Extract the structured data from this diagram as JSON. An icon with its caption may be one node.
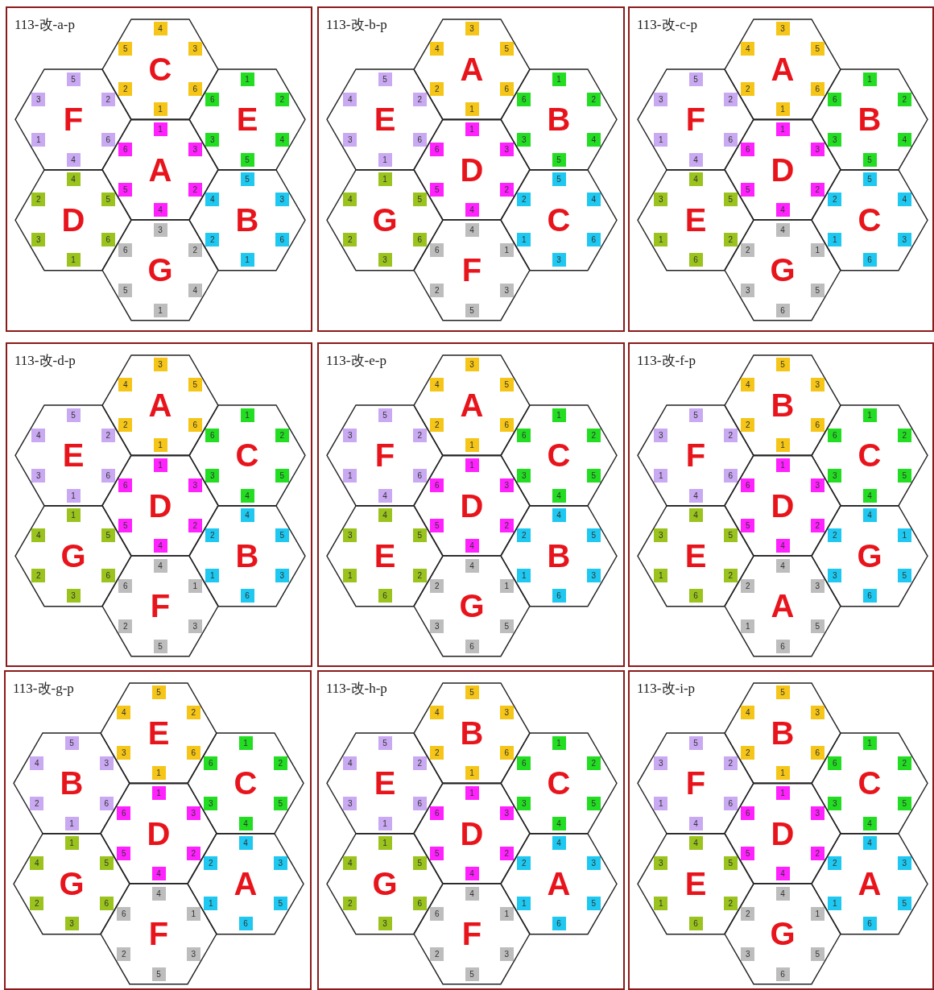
{
  "diagram": {
    "nodes": [
      {
        "text": [
          "113-改-a-p"
        ]
      },
      {
        "text": [
          "C"
        ],
        "in": 0
      },
      {
        "text": [
          "4"
        ],
        "in": 1
      },
      {
        "text": [
          "5"
        ],
        "in": 1
      },
      {
        "text": [
          "3"
        ],
        "in": 1
      },
      {
        "text": [
          "2"
        ],
        "in": 1
      },
      {
        "text": [
          "6"
        ],
        "in": 1
      },
      {
        "text": [
          "1"
        ],
        "in": 1
      },
      {
        "text": [
          "F"
        ],
        "in": 0
      },
      {
        "text": [
          "5"
        ],
        "in": 8
      },
      {
        "text": [
          "3"
        ],
        "in": 8
      },
      {
        "text": [
          "2"
        ],
        "in": 8
      },
      {
        "text": [
          "1"
        ],
        "in": 8
      },
      {
        "text": [
          "6"
        ],
        "in": 8
      },
      {
        "text": [
          "4"
        ],
        "in": 8
      },
      {
        "text": [
          "E"
        ],
        "in": 0
      },
      {
        "text": [
          "1"
        ],
        "in": 15
      },
      {
        "text": [
          "6"
        ],
        "in": 15
      },
      {
        "text": [
          "2"
        ],
        "in": 15
      },
      {
        "text": [
          "3"
        ],
        "in": 15
      },
      {
        "text": [
          "4"
        ],
        "in": 15
      },
      {
        "text": [
          "5"
        ],
        "in": 15
      },
      {
        "text": [
          "A"
        ],
        "in": 0
      },
      {
        "text": [
          "1"
        ],
        "in": 22
      },
      {
        "text": [
          "6"
        ],
        "in": 22
      },
      {
        "text": [
          "3"
        ],
        "in": 22
      },
      {
        "text": [
          "5"
        ],
        "in": 22
      },
      {
        "text": [
          "2"
        ],
        "in": 22
      },
      {
        "text": [
          "4"
        ],
        "in": 22
      },
      {
        "text": [
          "D"
        ],
        "in": 0
      },
      {
        "text": [
          "4"
        ],
        "in": 29
      },
      {
        "text": [
          "2"
        ],
        "in": 29
      },
      {
        "text": [
          "5"
        ],
        "in": 29
      },
      {
        "text": [
          "3"
        ],
        "in": 29
      },
      {
        "text": [
          "6"
        ],
        "in": 29
      },
      {
        "text": [
          "1"
        ],
        "in": 29
      },
      {
        "text": [
          "B"
        ],
        "in": 0
      },
      {
        "text": [
          "5"
        ],
        "in": 36
      },
      {
        "text": [
          "4"
        ],
        "in": 36
      },
      {
        "text": [
          "3"
        ],
        "in": 36
      },
      {
        "text": [
          "2"
        ],
        "in": 36
      },
      {
        "text": [
          "6"
        ],
        "in": 36
      },
      {
        "text": [
          "1"
        ],
        "in": 36
      },
      {
        "text": [
          "G"
        ],
        "in": 0
      },
      {
        "text": [
          "3"
        ],
        "in": 43
      },
      {
        "text": [
          "6"
        ],
        "in": 43
      },
      {
        "text": [
          "2"
        ],
        "in": 43
      },
      {
        "text": [
          "5"
        ],
        "in": 43
      },
      {
        "text": [
          "4"
        ],
        "in": 43
      },
      {
        "text": [
          "1"
        ],
        "in": 43
      },
      {
        "text": [
          "113-改-b-p"
        ]
      },
      {
        "text": [
          "A"
        ],
        "in": 50
      },
      {
        "text": [
          "3"
        ],
        "in": 51
      },
      {
        "text": [
          "4"
        ],
        "in": 51
      },
      {
        "text": [
          "5"
        ],
        "in": 51
      },
      {
        "text": [
          "2"
        ],
        "in": 51
      },
      {
        "text": [
          "6"
        ],
        "in": 51
      },
      {
        "text": [
          "1"
        ],
        "in": 51
      },
      {
        "text": [
          "E"
        ],
        "in": 50
      },
      {
        "text": [
          "5"
        ],
        "in": 58
      },
      {
        "text": [
          "4"
        ],
        "in": 58
      },
      {
        "text": [
          "2"
        ],
        "in": 58
      },
      {
        "text": [
          "3"
        ],
        "in": 58
      },
      {
        "text": [
          "6"
        ],
        "in": 58
      },
      {
        "text": [
          "1"
        ],
        "in": 58
      },
      {
        "text": [
          "B"
        ],
        "in": 50
      },
      {
        "text": [
          "1"
        ],
        "in": 65
      },
      {
        "text": [
          "6"
        ],
        "in": 65
      },
      {
        "text": [
          "2"
        ],
        "in": 65
      },
      {
        "text": [
          "3"
        ],
        "in": 65
      },
      {
        "text": [
          "4"
        ],
        "in": 65
      },
      {
        "text": [
          "5"
        ],
        "in": 65
      },
      {
        "text": [
          "D"
        ],
        "in": 50
      },
      {
        "text": [
          "1"
        ],
        "in": 72
      },
      {
        "text": [
          "6"
        ],
        "in": 72
      },
      {
        "text": [
          "3"
        ],
        "in": 72
      },
      {
        "text": [
          "5"
        ],
        "in": 72
      },
      {
        "text": [
          "2"
        ],
        "in": 72
      },
      {
        "text": [
          "4"
        ],
        "in": 72
      },
      {
        "text": [
          "G"
        ],
        "in": 50
      },
      {
        "text": [
          "1"
        ],
        "in": 79
      },
      {
        "text": [
          "4"
        ],
        "in": 79
      },
      {
        "text": [
          "5"
        ],
        "in": 79
      },
      {
        "text": [
          "2"
        ],
        "in": 79
      },
      {
        "text": [
          "6"
        ],
        "in": 79
      },
      {
        "text": [
          "3"
        ],
        "in": 79
      },
      {
        "text": [
          "C"
        ],
        "in": 50
      },
      {
        "text": [
          "5"
        ],
        "in": 86
      },
      {
        "text": [
          "2"
        ],
        "in": 86
      },
      {
        "text": [
          "4"
        ],
        "in": 86
      },
      {
        "text": [
          "1"
        ],
        "in": 86
      },
      {
        "text": [
          "6"
        ],
        "in": 86
      },
      {
        "text": [
          "3"
        ],
        "in": 86
      },
      {
        "text": [
          "F"
        ],
        "in": 50
      },
      {
        "text": [
          "4"
        ],
        "in": 93
      },
      {
        "text": [
          "6"
        ],
        "in": 93
      },
      {
        "text": [
          "1"
        ],
        "in": 93
      },
      {
        "text": [
          "2"
        ],
        "in": 93
      },
      {
        "text": [
          "3"
        ],
        "in": 93
      },
      {
        "text": [
          "5"
        ],
        "in": 93
      },
      {
        "text": [
          "113-改-c-p"
        ]
      },
      {
        "text": [
          "A"
        ],
        "in": 100
      },
      {
        "text": [
          "3"
        ],
        "in": 101
      },
      {
        "text": [
          "4"
        ],
        "in": 101
      },
      {
        "text": [
          "5"
        ],
        "in": 101
      },
      {
        "text": [
          "2"
        ],
        "in": 101
      },
      {
        "text": [
          "6"
        ],
        "in": 101
      },
      {
        "text": [
          "1"
        ],
        "in": 101
      },
      {
        "text": [
          "F"
        ],
        "in": 100
      },
      {
        "text": [
          "5"
        ],
        "in": 108
      },
      {
        "text": [
          "3"
        ],
        "in": 108
      },
      {
        "text": [
          "2"
        ],
        "in": 108
      },
      {
        "text": [
          "1"
        ],
        "in": 108
      },
      {
        "text": [
          "6"
        ],
        "in": 108
      },
      {
        "text": [
          "4"
        ],
        "in": 108
      },
      {
        "text": [
          "B"
        ],
        "in": 100
      },
      {
        "text": [
          "1"
        ],
        "in": 115
      },
      {
        "text": [
          "6"
        ],
        "in": 115
      },
      {
        "text": [
          "2"
        ],
        "in": 115
      },
      {
        "text": [
          "3"
        ],
        "in": 115
      },
      {
        "text": [
          "4"
        ],
        "in": 115
      },
      {
        "text": [
          "5"
        ],
        "in": 115
      },
      {
        "text": [
          "D"
        ],
        "in": 100
      },
      {
        "text": [
          "1"
        ],
        "in": 122
      },
      {
        "text": [
          "6"
        ],
        "in": 122
      },
      {
        "text": [
          "3"
        ],
        "in": 122
      },
      {
        "text": [
          "5"
        ],
        "in": 122
      },
      {
        "text": [
          "2"
        ],
        "in": 122
      },
      {
        "text": [
          "4"
        ],
        "in": 122
      },
      {
        "text": [
          "E"
        ],
        "in": 100
      },
      {
        "text": [
          "4"
        ],
        "in": 129
      },
      {
        "text": [
          "3"
        ],
        "in": 129
      },
      {
        "text": [
          "5"
        ],
        "in": 129
      },
      {
        "text": [
          "1"
        ],
        "in": 129
      },
      {
        "text": [
          "2"
        ],
        "in": 129
      },
      {
        "text": [
          "6"
        ],
        "in": 129
      },
      {
        "text": [
          "C"
        ],
        "in": 100
      },
      {
        "text": [
          "5"
        ],
        "in": 136
      },
      {
        "text": [
          "2"
        ],
        "in": 136
      },
      {
        "text": [
          "4"
        ],
        "in": 136
      },
      {
        "text": [
          "1"
        ],
        "in": 136
      },
      {
        "text": [
          "3"
        ],
        "in": 136
      },
      {
        "text": [
          "6"
        ],
        "in": 136
      },
      {
        "text": [
          "G"
        ],
        "in": 100
      },
      {
        "text": [
          "4"
        ],
        "in": 143
      },
      {
        "text": [
          "2"
        ],
        "in": 143
      },
      {
        "text": [
          "1"
        ],
        "in": 143
      },
      {
        "text": [
          "3"
        ],
        "in": 143
      },
      {
        "text": [
          "5"
        ],
        "in": 143
      },
      {
        "text": [
          "6"
        ],
        "in": 143
      },
      {
        "text": [
          "113-改-d-p"
        ]
      },
      {
        "text": [
          "A"
        ],
        "in": 150
      },
      {
        "text": [
          "3"
        ],
        "in": 151
      },
      {
        "text": [
          "4"
        ],
        "in": 151
      },
      {
        "text": [
          "5"
        ],
        "in": 151
      },
      {
        "text": [
          "2"
        ],
        "in": 151
      },
      {
        "text": [
          "6"
        ],
        "in": 151
      },
      {
        "text": [
          "1"
        ],
        "in": 151
      },
      {
        "text": [
          "E"
        ],
        "in": 150
      },
      {
        "text": [
          "5"
        ],
        "in": 158
      },
      {
        "text": [
          "4"
        ],
        "in": 158
      },
      {
        "text": [
          "2"
        ],
        "in": 158
      },
      {
        "text": [
          "3"
        ],
        "in": 158
      },
      {
        "text": [
          "6"
        ],
        "in": 158
      },
      {
        "text": [
          "1"
        ],
        "in": 158
      },
      {
        "text": [
          "C"
        ],
        "in": 150
      },
      {
        "text": [
          "1"
        ],
        "in": 165
      },
      {
        "text": [
          "6"
        ],
        "in": 165
      },
      {
        "text": [
          "2"
        ],
        "in": 165
      },
      {
        "text": [
          "3"
        ],
        "in": 165
      },
      {
        "text": [
          "5"
        ],
        "in": 165
      },
      {
        "text": [
          "4"
        ],
        "in": 165
      },
      {
        "text": [
          "D"
        ],
        "in": 150
      },
      {
        "text": [
          "1"
        ],
        "in": 172
      },
      {
        "text": [
          "6"
        ],
        "in": 172
      },
      {
        "text": [
          "3"
        ],
        "in": 172
      },
      {
        "text": [
          "5"
        ],
        "in": 172
      },
      {
        "text": [
          "2"
        ],
        "in": 172
      },
      {
        "text": [
          "4"
        ],
        "in": 172
      },
      {
        "text": [
          "G"
        ],
        "in": 150
      },
      {
        "text": [
          "1"
        ],
        "in": 179
      },
      {
        "text": [
          "4"
        ],
        "in": 179
      },
      {
        "text": [
          "5"
        ],
        "in": 179
      },
      {
        "text": [
          "2"
        ],
        "in": 179
      },
      {
        "text": [
          "6"
        ],
        "in": 179
      },
      {
        "text": [
          "3"
        ],
        "in": 179
      },
      {
        "text": [
          "B"
        ],
        "in": 150
      },
      {
        "text": [
          "4"
        ],
        "in": 186
      },
      {
        "text": [
          "2"
        ],
        "in": 186
      },
      {
        "text": [
          "5"
        ],
        "in": 186
      },
      {
        "text": [
          "1"
        ],
        "in": 186
      },
      {
        "text": [
          "3"
        ],
        "in": 186
      },
      {
        "text": [
          "6"
        ],
        "in": 186
      },
      {
        "text": [
          "F"
        ],
        "in": 150
      },
      {
        "text": [
          "4"
        ],
        "in": 193
      },
      {
        "text": [
          "6"
        ],
        "in": 193
      },
      {
        "text": [
          "1"
        ],
        "in": 193
      },
      {
        "text": [
          "2"
        ],
        "in": 193
      },
      {
        "text": [
          "3"
        ],
        "in": 193
      },
      {
        "text": [
          "5"
        ],
        "in": 193
      },
      {
        "text": [
          "113-改-e-p"
        ]
      },
      {
        "text": [
          "A"
        ],
        "in": 200
      },
      {
        "text": [
          "3"
        ],
        "in": 201
      },
      {
        "text": [
          "4"
        ],
        "in": 201
      },
      {
        "text": [
          "5"
        ],
        "in": 201
      },
      {
        "text": [
          "2"
        ],
        "in": 201
      },
      {
        "text": [
          "6"
        ],
        "in": 201
      },
      {
        "text": [
          "1"
        ],
        "in": 201
      },
      {
        "text": [
          "F"
        ],
        "in": 200
      },
      {
        "text": [
          "5"
        ],
        "in": 208
      },
      {
        "text": [
          "3"
        ],
        "in": 208
      },
      {
        "text": [
          "2"
        ],
        "in": 208
      },
      {
        "text": [
          "1"
        ],
        "in": 208
      },
      {
        "text": [
          "6"
        ],
        "in": 208
      },
      {
        "text": [
          "4"
        ],
        "in": 208
      },
      {
        "text": [
          "C"
        ],
        "in": 200
      },
      {
        "text": [
          "1"
        ],
        "in": 215
      },
      {
        "text": [
          "6"
        ],
        "in": 215
      },
      {
        "text": [
          "2"
        ],
        "in": 215
      },
      {
        "text": [
          "3"
        ],
        "in": 215
      },
      {
        "text": [
          "5"
        ],
        "in": 215
      },
      {
        "text": [
          "4"
        ],
        "in": 215
      },
      {
        "text": [
          "D"
        ],
        "in": 200
      },
      {
        "text": [
          "1"
        ],
        "in": 222
      },
      {
        "text": [
          "6"
        ],
        "in": 222
      },
      {
        "text": [
          "3"
        ],
        "in": 222
      },
      {
        "text": [
          "5"
        ],
        "in": 222
      },
      {
        "text": [
          "2"
        ],
        "in": 222
      },
      {
        "text": [
          "4"
        ],
        "in": 222
      },
      {
        "text": [
          "E"
        ],
        "in": 200
      },
      {
        "text": [
          "4"
        ],
        "in": 229
      },
      {
        "text": [
          "3"
        ],
        "in": 229
      },
      {
        "text": [
          "5"
        ],
        "in": 229
      },
      {
        "text": [
          "1"
        ],
        "in": 229
      },
      {
        "text": [
          "2"
        ],
        "in": 229
      },
      {
        "text": [
          "6"
        ],
        "in": 229
      },
      {
        "text": [
          "B"
        ],
        "in": 200
      },
      {
        "text": [
          "4"
        ],
        "in": 236
      },
      {
        "text": [
          "2"
        ],
        "in": 236
      },
      {
        "text": [
          "5"
        ],
        "in": 236
      },
      {
        "text": [
          "1"
        ],
        "in": 236
      },
      {
        "text": [
          "3"
        ],
        "in": 236
      },
      {
        "text": [
          "6"
        ],
        "in": 236
      },
      {
        "text": [
          "G"
        ],
        "in": 200
      },
      {
        "text": [
          "4"
        ],
        "in": 243
      },
      {
        "text": [
          "2"
        ],
        "in": 243
      },
      {
        "text": [
          "1"
        ],
        "in": 243
      },
      {
        "text": [
          "3"
        ],
        "in": 243
      },
      {
        "text": [
          "5"
        ],
        "in": 243
      },
      {
        "text": [
          "6"
        ],
        "in": 243
      },
      {
        "text": [
          "113-改-f-p"
        ]
      },
      {
        "text": [
          "B"
        ],
        "in": 250
      },
      {
        "text": [
          "5"
        ],
        "in": 251
      },
      {
        "text": [
          "4"
        ],
        "in": 251
      },
      {
        "text": [
          "3"
        ],
        "in": 251
      },
      {
        "text": [
          "2"
        ],
        "in": 251
      },
      {
        "text": [
          "6"
        ],
        "in": 251
      },
      {
        "text": [
          "1"
        ],
        "in": 251
      },
      {
        "text": [
          "F"
        ],
        "in": 250
      },
      {
        "text": [
          "5"
        ],
        "in": 258
      },
      {
        "text": [
          "3"
        ],
        "in": 258
      },
      {
        "text": [
          "2"
        ],
        "in": 258
      },
      {
        "text": [
          "1"
        ],
        "in": 258
      },
      {
        "text": [
          "6"
        ],
        "in": 258
      },
      {
        "text": [
          "4"
        ],
        "in": 258
      },
      {
        "text": [
          "C"
        ],
        "in": 250
      },
      {
        "text": [
          "1"
        ],
        "in": 265
      },
      {
        "text": [
          "6"
        ],
        "in": 265
      },
      {
        "text": [
          "2"
        ],
        "in": 265
      },
      {
        "text": [
          "3"
        ],
        "in": 265
      },
      {
        "text": [
          "5"
        ],
        "in": 265
      },
      {
        "text": [
          "4"
        ],
        "in": 265
      },
      {
        "text": [
          "D"
        ],
        "in": 250
      },
      {
        "text": [
          "1"
        ],
        "in": 272
      },
      {
        "text": [
          "6"
        ],
        "in": 272
      },
      {
        "text": [
          "3"
        ],
        "in": 272
      },
      {
        "text": [
          "5"
        ],
        "in": 272
      },
      {
        "text": [
          "2"
        ],
        "in": 272
      },
      {
        "text": [
          "4"
        ],
        "in": 272
      },
      {
        "text": [
          "E"
        ],
        "in": 250
      },
      {
        "text": [
          "4"
        ],
        "in": 279
      },
      {
        "text": [
          "3"
        ],
        "in": 279
      },
      {
        "text": [
          "5"
        ],
        "in": 279
      },
      {
        "text": [
          "1"
        ],
        "in": 279
      },
      {
        "text": [
          "2"
        ],
        "in": 279
      },
      {
        "text": [
          "6"
        ],
        "in": 279
      },
      {
        "text": [
          "G"
        ],
        "in": 250
      },
      {
        "text": [
          "4"
        ],
        "in": 286
      },
      {
        "text": [
          "2"
        ],
        "in": 286
      },
      {
        "text": [
          "1"
        ],
        "in": 286
      },
      {
        "text": [
          "3"
        ],
        "in": 286
      },
      {
        "text": [
          "5"
        ],
        "in": 286
      },
      {
        "text": [
          "6"
        ],
        "in": 286
      },
      {
        "text": [
          "A"
        ],
        "in": 250
      },
      {
        "text": [
          "4"
        ],
        "in": 293
      },
      {
        "text": [
          "2"
        ],
        "in": 293
      },
      {
        "text": [
          "3"
        ],
        "in": 293
      },
      {
        "text": [
          "1"
        ],
        "in": 293
      },
      {
        "text": [
          "5"
        ],
        "in": 293
      },
      {
        "text": [
          "6"
        ],
        "in": 293
      },
      {
        "text": [
          "113-改-g-p"
        ]
      },
      {
        "text": [
          "E"
        ],
        "in": 300
      },
      {
        "text": [
          "5"
        ],
        "in": 301
      },
      {
        "text": [
          "4"
        ],
        "in": 301
      },
      {
        "text": [
          "2"
        ],
        "in": 301
      },
      {
        "text": [
          "3"
        ],
        "in": 301
      },
      {
        "text": [
          "6"
        ],
        "in": 301
      },
      {
        "text": [
          "1"
        ],
        "in": 301
      },
      {
        "text": [
          "B"
        ],
        "in": 300
      },
      {
        "text": [
          "5"
        ],
        "in": 308
      },
      {
        "text": [
          "4"
        ],
        "in": 308
      },
      {
        "text": [
          "3"
        ],
        "in": 308
      },
      {
        "text": [
          "2"
        ],
        "in": 308
      },
      {
        "text": [
          "6"
        ],
        "in": 308
      },
      {
        "text": [
          "1"
        ],
        "in": 308
      },
      {
        "text": [
          "C"
        ],
        "in": 300
      },
      {
        "text": [
          "1"
        ],
        "in": 315
      },
      {
        "text": [
          "6"
        ],
        "in": 315
      },
      {
        "text": [
          "2"
        ],
        "in": 315
      },
      {
        "text": [
          "3"
        ],
        "in": 315
      },
      {
        "text": [
          "5"
        ],
        "in": 315
      },
      {
        "text": [
          "4"
        ],
        "in": 315
      },
      {
        "text": [
          "D"
        ],
        "in": 300
      },
      {
        "text": [
          "1"
        ],
        "in": 322
      },
      {
        "text": [
          "6"
        ],
        "in": 322
      },
      {
        "text": [
          "3"
        ],
        "in": 322
      },
      {
        "text": [
          "5"
        ],
        "in": 322
      },
      {
        "text": [
          "2"
        ],
        "in": 322
      },
      {
        "text": [
          "4"
        ],
        "in": 322
      },
      {
        "text": [
          "G"
        ],
        "in": 300
      },
      {
        "text": [
          "1"
        ],
        "in": 329
      },
      {
        "text": [
          "4"
        ],
        "in": 329
      },
      {
        "text": [
          "5"
        ],
        "in": 329
      },
      {
        "text": [
          "2"
        ],
        "in": 329
      },
      {
        "text": [
          "6"
        ],
        "in": 329
      },
      {
        "text": [
          "3"
        ],
        "in": 329
      },
      {
        "text": [
          "A"
        ],
        "in": 300
      },
      {
        "text": [
          "4"
        ],
        "in": 336
      },
      {
        "text": [
          "2"
        ],
        "in": 336
      },
      {
        "text": [
          "3"
        ],
        "in": 336
      },
      {
        "text": [
          "1"
        ],
        "in": 336
      },
      {
        "text": [
          "5"
        ],
        "in": 336
      },
      {
        "text": [
          "6"
        ],
        "in": 336
      },
      {
        "text": [
          "F"
        ],
        "in": 300
      },
      {
        "text": [
          "4"
        ],
        "in": 343
      },
      {
        "text": [
          "6"
        ],
        "in": 343
      },
      {
        "text": [
          "1"
        ],
        "in": 343
      },
      {
        "text": [
          "2"
        ],
        "in": 343
      },
      {
        "text": [
          "3"
        ],
        "in": 343
      },
      {
        "text": [
          "5"
        ],
        "in": 343
      },
      {
        "text": [
          "113-改-h-p"
        ]
      },
      {
        "text": [
          "B"
        ],
        "in": 350
      },
      {
        "text": [
          "5"
        ],
        "in": 351
      },
      {
        "text": [
          "4"
        ],
        "in": 351
      },
      {
        "text": [
          "3"
        ],
        "in": 351
      },
      {
        "text": [
          "2"
        ],
        "in": 351
      },
      {
        "text": [
          "6"
        ],
        "in": 351
      },
      {
        "text": [
          "1"
        ],
        "in": 351
      },
      {
        "text": [
          "E"
        ],
        "in": 350
      },
      {
        "text": [
          "5"
        ],
        "in": 358
      },
      {
        "text": [
          "4"
        ],
        "in": 358
      },
      {
        "text": [
          "2"
        ],
        "in": 358
      },
      {
        "text": [
          "3"
        ],
        "in": 358
      },
      {
        "text": [
          "6"
        ],
        "in": 358
      },
      {
        "text": [
          "1"
        ],
        "in": 358
      },
      {
        "text": [
          "C"
        ],
        "in": 350
      },
      {
        "text": [
          "1"
        ],
        "in": 365
      },
      {
        "text": [
          "6"
        ],
        "in": 365
      },
      {
        "text": [
          "2"
        ],
        "in": 365
      },
      {
        "text": [
          "3"
        ],
        "in": 365
      },
      {
        "text": [
          "5"
        ],
        "in": 365
      },
      {
        "text": [
          "4"
        ],
        "in": 365
      },
      {
        "text": [
          "D"
        ],
        "in": 350
      },
      {
        "text": [
          "1"
        ],
        "in": 372
      },
      {
        "text": [
          "6"
        ],
        "in": 372
      },
      {
        "text": [
          "3"
        ],
        "in": 372
      },
      {
        "text": [
          "5"
        ],
        "in": 372
      },
      {
        "text": [
          "2"
        ],
        "in": 372
      },
      {
        "text": [
          "4"
        ],
        "in": 372
      },
      {
        "text": [
          "G"
        ],
        "in": 350
      },
      {
        "text": [
          "1"
        ],
        "in": 379
      },
      {
        "text": [
          "4"
        ],
        "in": 379
      },
      {
        "text": [
          "5"
        ],
        "in": 379
      },
      {
        "text": [
          "2"
        ],
        "in": 379
      },
      {
        "text": [
          "6"
        ],
        "in": 379
      },
      {
        "text": [
          "3"
        ],
        "in": 379
      },
      {
        "text": [
          "A"
        ],
        "in": 350
      },
      {
        "text": [
          "4"
        ],
        "in": 386
      },
      {
        "text": [
          "2"
        ],
        "in": 386
      },
      {
        "text": [
          "3"
        ],
        "in": 386
      },
      {
        "text": [
          "1"
        ],
        "in": 386
      },
      {
        "text": [
          "5"
        ],
        "in": 386
      },
      {
        "text": [
          "6"
        ],
        "in": 386
      },
      {
        "text": [
          "F"
        ],
        "in": 350
      },
      {
        "text": [
          "4"
        ],
        "in": 393
      },
      {
        "text": [
          "6"
        ],
        "in": 393
      },
      {
        "text": [
          "1"
        ],
        "in": 393
      },
      {
        "text": [
          "2"
        ],
        "in": 393
      },
      {
        "text": [
          "3"
        ],
        "in": 393
      },
      {
        "text": [
          "5"
        ],
        "in": 393
      },
      {
        "text": [
          "113-改-i-p"
        ]
      },
      {
        "text": [
          "B"
        ],
        "in": 400
      },
      {
        "text": [
          "5"
        ],
        "in": 401
      },
      {
        "text": [
          "4"
        ],
        "in": 401
      },
      {
        "text": [
          "3"
        ],
        "in": 401
      },
      {
        "text": [
          "2"
        ],
        "in": 401
      },
      {
        "text": [
          "6"
        ],
        "in": 401
      },
      {
        "text": [
          "1"
        ],
        "in": 401
      },
      {
        "text": [
          "F"
        ],
        "in": 400
      },
      {
        "text": [
          "5"
        ],
        "in": 408
      },
      {
        "text": [
          "3"
        ],
        "in": 408
      },
      {
        "text": [
          "2"
        ],
        "in": 408
      },
      {
        "text": [
          "1"
        ],
        "in": 408
      },
      {
        "text": [
          "6"
        ],
        "in": 408
      },
      {
        "text": [
          "4"
        ],
        "in": 408
      },
      {
        "text": [
          "C"
        ],
        "in": 400
      },
      {
        "text": [
          "1"
        ],
        "in": 415
      },
      {
        "text": [
          "6"
        ],
        "in": 415
      },
      {
        "text": [
          "2"
        ],
        "in": 415
      },
      {
        "text": [
          "3"
        ],
        "in": 415
      },
      {
        "text": [
          "5"
        ],
        "in": 415
      },
      {
        "text": [
          "4"
        ],
        "in": 415
      },
      {
        "text": [
          "D"
        ],
        "in": 400
      },
      {
        "text": [
          "1"
        ],
        "in": 422
      },
      {
        "text": [
          "6"
        ],
        "in": 422
      },
      {
        "text": [
          "3"
        ],
        "in": 422
      },
      {
        "text": [
          "5"
        ],
        "in": 422
      },
      {
        "text": [
          "2"
        ],
        "in": 422
      },
      {
        "text": [
          "4"
        ],
        "in": 422
      },
      {
        "text": [
          "E"
        ],
        "in": 400
      },
      {
        "text": [
          "4"
        ],
        "in": 429
      },
      {
        "text": [
          "3"
        ],
        "in": 429
      },
      {
        "text": [
          "5"
        ],
        "in": 429
      },
      {
        "text": [
          "1"
        ],
        "in": 429
      },
      {
        "text": [
          "2"
        ],
        "in": 429
      },
      {
        "text": [
          "6"
        ],
        "in": 429
      },
      {
        "text": [
          "A"
        ],
        "in": 400
      },
      {
        "text": [
          "4"
        ],
        "in": 436
      },
      {
        "text": [
          "2"
        ],
        "in": 436
      },
      {
        "text": [
          "3"
        ],
        "in": 436
      },
      {
        "text": [
          "1"
        ],
        "in": 436
      },
      {
        "text": [
          "5"
        ],
        "in": 436
      },
      {
        "text": [
          "6"
        ],
        "in": 436
      },
      {
        "text": [
          "G"
        ],
        "in": 400
      },
      {
        "text": [
          "4"
        ],
        "in": 443
      },
      {
        "text": [
          "2"
        ],
        "in": 443
      },
      {
        "text": [
          "1"
        ],
        "in": 443
      },
      {
        "text": [
          "3"
        ],
        "in": 443
      },
      {
        "text": [
          "5"
        ],
        "in": 443
      },
      {
        "text": [
          "6"
        ],
        "in": 443
      }
    ]
  }
}
